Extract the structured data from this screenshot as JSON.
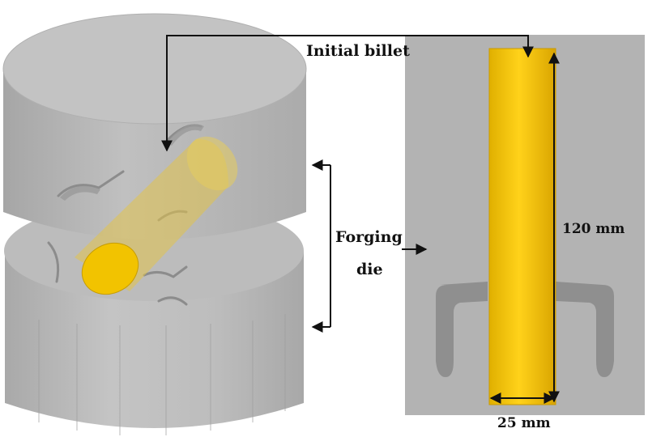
{
  "labels": {
    "initial_billet": "Initial billet",
    "forging": "Forging",
    "die": "die",
    "length": "120 mm",
    "diameter": "25 mm"
  },
  "colors": {
    "die_gray": "#bdbdbd",
    "die_top": "#c2c2c2",
    "die_dark": "#a6a6a6",
    "panel_gray": "#b3b3b3",
    "billet_yellow": "#f2c800",
    "billet_dark": "#d9a400",
    "arrow": "#111111"
  }
}
